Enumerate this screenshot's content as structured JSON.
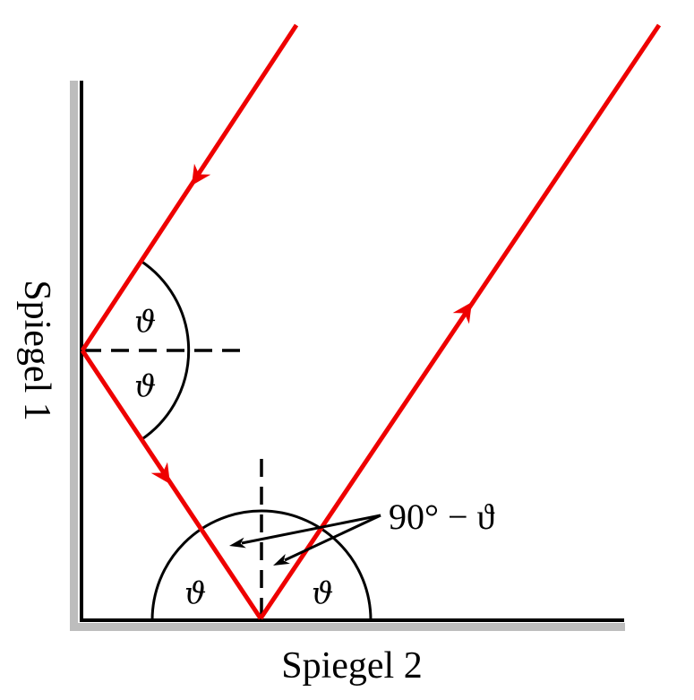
{
  "mirrors": {
    "mirror_1_label": "Spiegel 1",
    "mirror_2_label": "Spiegel 2"
  },
  "angles": {
    "theta_symbol": "ϑ",
    "complement_label": "90° − ϑ"
  },
  "colors": {
    "ray": "#ee0000",
    "mirror": "#000000",
    "mirror_shadow": "#bdbdbd",
    "construction": "#000000"
  }
}
